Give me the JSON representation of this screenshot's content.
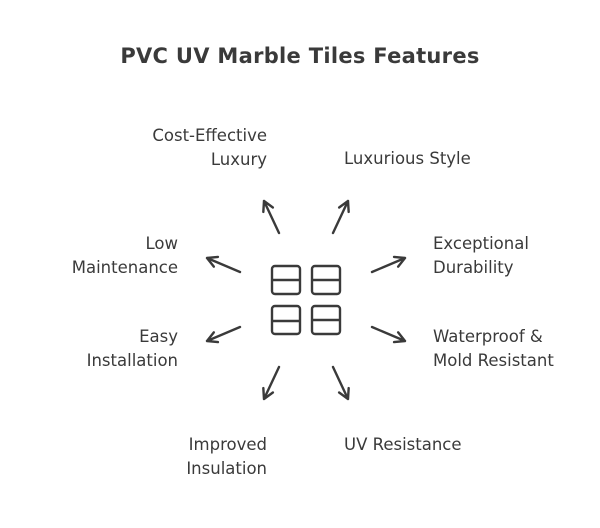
{
  "title": "PVC UV Marble Tiles Features",
  "center_icon": "tiles-icon",
  "colors": {
    "ink": "#3a3a3a",
    "background": "#ffffff"
  },
  "features": {
    "cost_effective": [
      "Cost-Effective",
      "Luxury"
    ],
    "luxurious_style": [
      "Luxurious Style"
    ],
    "low_maintenance": [
      "Low",
      "Maintenance"
    ],
    "durability": [
      "Exceptional",
      "Durability"
    ],
    "easy_installation": [
      "Easy",
      "Installation"
    ],
    "waterproof": [
      "Waterproof &",
      "Mold Resistant"
    ],
    "insulation": [
      "Improved",
      "Insulation"
    ],
    "uv_resistance": [
      "UV Resistance"
    ]
  }
}
